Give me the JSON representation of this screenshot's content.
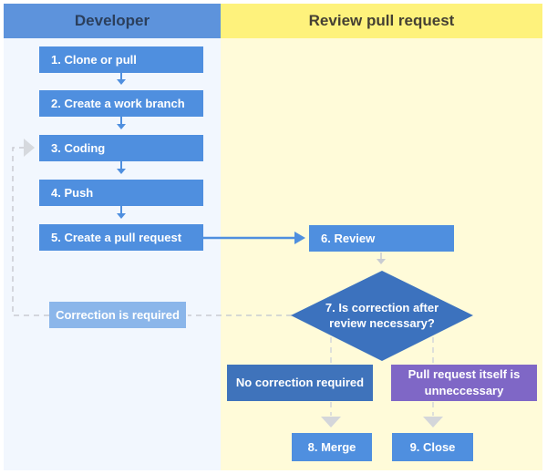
{
  "lanes": {
    "developer": "Developer",
    "review": "Review pull request"
  },
  "steps": {
    "s1": "1.  Clone or pull",
    "s2": "2.  Create a work branch",
    "s3": "3.  Coding",
    "s4": "4.  Push",
    "s5": "5.  Create a pull request",
    "s6": "6.  Review",
    "s7_line1": "7.  Is correction after",
    "s7_line2": "review necessary?",
    "s8": "8.  Merge",
    "s9": "9.  Close"
  },
  "outcomes": {
    "correction_required": "Correction is required",
    "no_correction": "No correction required",
    "unnecessary_line1": "Pull request itself is",
    "unnecessary_line2": "unneccessary"
  },
  "colors": {
    "step_blue": "#4f8fdf",
    "decision_blue": "#3c72be",
    "light_blue": "#8bb6ea",
    "purple": "#7f67c6",
    "dark_blue": "#3f73bb"
  }
}
